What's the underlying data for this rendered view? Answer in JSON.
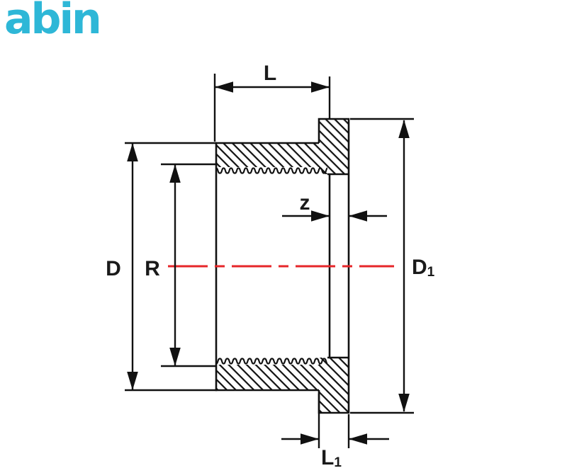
{
  "logo": {
    "text": "abin"
  },
  "drawing": {
    "labels": {
      "length": "L",
      "outer_diameter": "D",
      "thread_radius": "R",
      "z_gap": "z",
      "flange_diameter_base": "D",
      "flange_diameter_sub": "1",
      "flange_length_base": "L",
      "flange_length_sub": "1"
    },
    "colors": {
      "line": "#1a1a1a",
      "centerline": "#e62629",
      "logo": "#2eb7d7"
    }
  }
}
